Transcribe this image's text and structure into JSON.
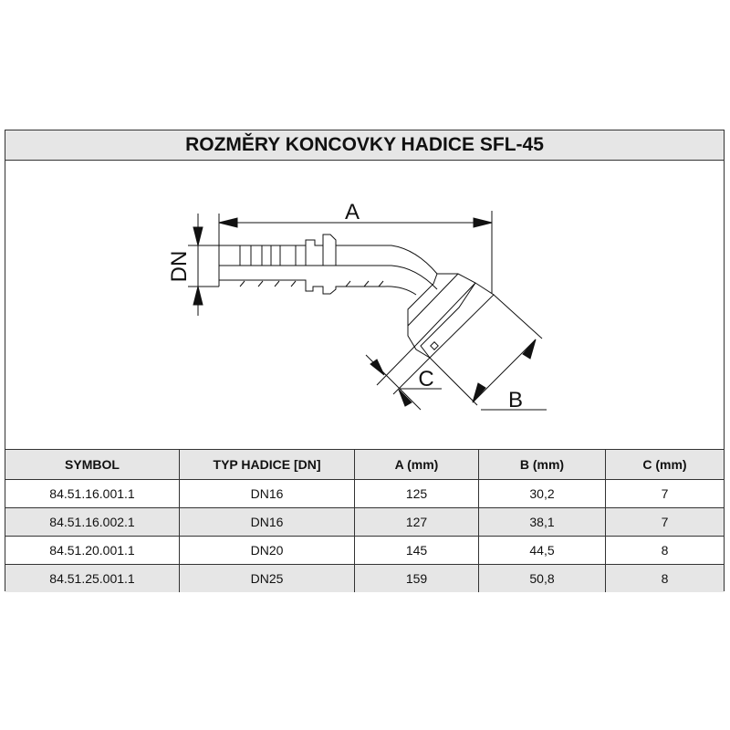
{
  "title": "ROZMĚRY KONCOVKY HADICE SFL-45",
  "diagram": {
    "label_a": "A",
    "label_b": "B",
    "label_c": "C",
    "label_dn": "DN"
  },
  "table": {
    "headers": [
      "SYMBOL",
      "TYP HADICE [DN]",
      "A (mm)",
      "B (mm)",
      "C (mm)"
    ],
    "rows": [
      [
        "84.51.16.001.1",
        "DN16",
        "125",
        "30,2",
        "7"
      ],
      [
        "84.51.16.002.1",
        "DN16",
        "127",
        "38,1",
        "7"
      ],
      [
        "84.51.20.001.1",
        "DN20",
        "145",
        "44,5",
        "8"
      ],
      [
        "84.51.25.001.1",
        "DN25",
        "159",
        "50,8",
        "8"
      ]
    ]
  }
}
